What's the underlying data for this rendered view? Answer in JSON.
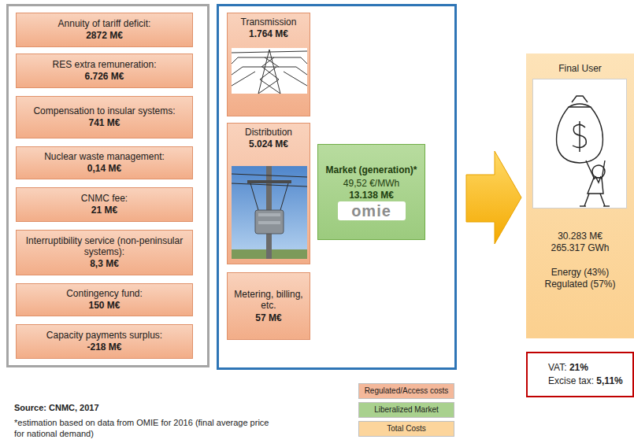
{
  "diagram": {
    "nodes": [
      {
        "text": [
          "Annuity of tariff deficit:",
          "2872 M€"
        ]
      },
      {
        "text": [
          "RES extra remuneration:",
          "6.726 M€"
        ]
      },
      {
        "text": [
          "Compensation to insular systems:",
          "741 M€"
        ]
      },
      {
        "text": [
          "Nuclear waste management:",
          "0,14 M€"
        ]
      },
      {
        "text": [
          "CNMC fee:",
          "21 M€"
        ]
      },
      {
        "text": [
          "Interruptibility service (non-peninsular systems):",
          "8,3 M€"
        ]
      },
      {
        "text": [
          "Contingency fund:",
          "150 M€"
        ]
      },
      {
        "text": [
          "Capacity payments surplus:",
          "-218 M€"
        ]
      },
      {
        "text": [
          "Transmission",
          "1.764 M€"
        ]
      },
      {
        "text": [
          "Distribution",
          "5.024 M€"
        ]
      },
      {
        "text": [
          "Metering, billing, etc.",
          "57 M€"
        ]
      },
      {
        "text": [
          "Market (generation)*",
          "49,52 €/MWh",
          "13.138 M€",
          "omie"
        ]
      },
      {
        "text": [
          "Final User",
          "30.283 M€",
          "265.317 GWh",
          "Energy (43%)",
          "Regulated (57%)"
        ]
      },
      {
        "text": [
          "VAT: 21%",
          "Excise tax: 5,11%"
        ]
      }
    ],
    "labels": [
      "Source: CNMC, 2017",
      "*estimation based on data from OMIE for 2016 (final average price for national demand)"
    ],
    "legend": [
      {
        "text": "Regulated/Access costs",
        "color": "#f4b89a"
      },
      {
        "text": "Liberalized Market",
        "color": "#a9d18e"
      },
      {
        "text": "Total Costs",
        "color": "#fcd59c"
      }
    ]
  }
}
